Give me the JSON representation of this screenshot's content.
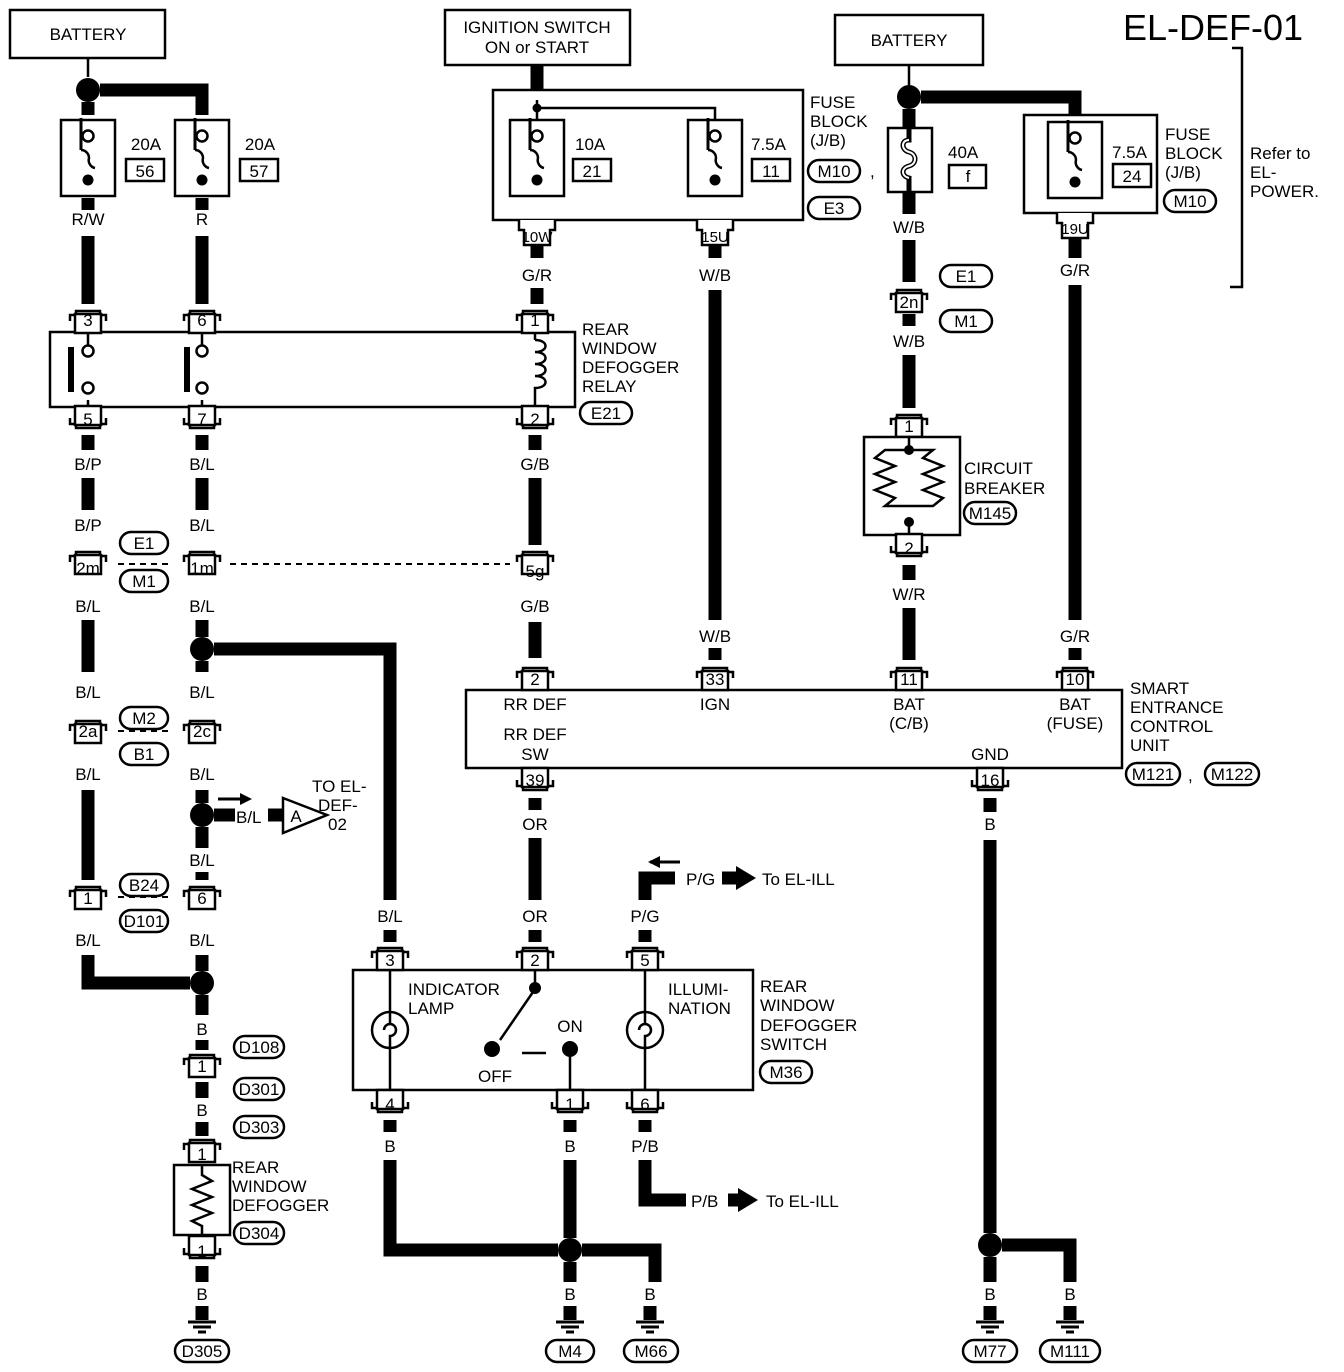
{
  "title": "EL-DEF-01",
  "sources": {
    "battery_left": "BATTERY",
    "ignition_line1": "IGNITION SWITCH",
    "ignition_line2": "ON or START",
    "battery_right": "BATTERY"
  },
  "fuses": {
    "f56_amp": "20A",
    "f56_no": "56",
    "f57_amp": "20A",
    "f57_no": "57",
    "f21_amp": "10A",
    "f21_no": "21",
    "f11_amp": "7.5A",
    "f11_no": "11",
    "f40_amp": "40A",
    "f40_no": "f",
    "f24_amp": "7.5A",
    "f24_no": "24"
  },
  "fuse_block_mid": {
    "l1": "FUSE",
    "l2": "BLOCK",
    "l3": "(J/B)",
    "conn1": "M10",
    "sep": ",",
    "conn2": "E3",
    "pin1": "10W",
    "pin2": "15U"
  },
  "fuse_block_right": {
    "l1": "FUSE",
    "l2": "BLOCK",
    "l3": "(J/B)",
    "conn": "M10",
    "pin": "19U"
  },
  "refer": {
    "l1": "Refer to",
    "l2": "EL-",
    "l3": "POWER."
  },
  "relay": {
    "l1": "REAR",
    "l2": "WINDOW",
    "l3": "DEFOGGER",
    "l4": "RELAY",
    "conn": "E21",
    "p3": "3",
    "p6": "6",
    "p1": "1",
    "p5": "5",
    "p7": "7",
    "p2": "2"
  },
  "breaker": {
    "l1": "CIRCUIT",
    "l2": "BREAKER",
    "conn": "M145",
    "p1": "1",
    "p2": "2"
  },
  "connectors": {
    "e1a": "E1",
    "m1a": "M1",
    "c2n": "2n",
    "e1b": "E1",
    "m1b": "M1",
    "c2m": "2m",
    "c1m": "1m",
    "c5g": "5g",
    "m2": "M2",
    "b1": "B1",
    "c2a": "2a",
    "c2c": "2c",
    "b24": "B24",
    "d101": "D101",
    "c1": "1",
    "c6": "6",
    "d108": "D108",
    "d301": "D301",
    "d303": "D303",
    "c1b": "1",
    "c1c": "1",
    "c1d": "1",
    "d304": "D304"
  },
  "wires": {
    "rw": "R/W",
    "r": "R",
    "gr1": "G/R",
    "wb1": "W/B",
    "wb2": "W/B",
    "gr2": "G/R",
    "wb3": "W/B",
    "bp1": "B/P",
    "bl1": "B/L",
    "gb1": "G/B",
    "bp2": "B/P",
    "bl2": "B/L",
    "bl3": "B/L",
    "bl4": "B/L",
    "gb2": "G/B",
    "wb4": "W/B",
    "wr": "W/R",
    "gr3": "G/R",
    "bl5": "B/L",
    "bl6": "B/L",
    "bl7": "B/L",
    "bl8": "B/L",
    "bl9": "B/L",
    "bl10": "B/L",
    "bl11": "B/L",
    "bl12": "B/L",
    "bl13": "B/L",
    "or1": "OR",
    "or2": "OR",
    "pg1": "P/G",
    "pg2": "P/G",
    "b1": "B",
    "b2": "B",
    "b3": "B",
    "b4": "B",
    "b5": "B",
    "b6": "B",
    "b7": "B",
    "b8": "B",
    "b9": "B",
    "pb1": "P/B",
    "pb2": "P/B"
  },
  "to_def02": {
    "wire": "B/L",
    "letter": "A",
    "l1": "TO EL-",
    "l2": "DEF-",
    "l3": "02"
  },
  "to_ill": {
    "top": "To EL-ILL",
    "bottom": "To EL-ILL"
  },
  "secu": {
    "l1": "SMART",
    "l2": "ENTRANCE",
    "l3": "CONTROL",
    "l4": "UNIT",
    "conn1": "M121",
    "sep": ",",
    "conn2": "M122",
    "p2": "2",
    "p33": "33",
    "p11": "11",
    "p10": "10",
    "p39": "39",
    "p16": "16",
    "rrdef": "RR DEF",
    "ign": "IGN",
    "batcb1": "BAT",
    "batcb2": "(C/B)",
    "batf1": "BAT",
    "batf2": "(FUSE)",
    "rrsw1": "RR DEF",
    "rrsw2": "SW",
    "gnd": "GND"
  },
  "sw": {
    "l1": "REAR",
    "l2": "WINDOW",
    "l3": "DEFOGGER",
    "l4": "SWITCH",
    "conn": "M36",
    "p3": "3",
    "p2": "2",
    "p5": "5",
    "p4": "4",
    "p1": "1",
    "p6": "6",
    "ind1": "INDICATOR",
    "ind2": "LAMP",
    "ill1": "ILLUMI-",
    "ill2": "NATION",
    "on": "ON",
    "off": "OFF"
  },
  "defogger": {
    "l1": "REAR",
    "l2": "WINDOW",
    "l3": "DEFOGGER"
  },
  "grounds": {
    "d305": "D305",
    "m4": "M4",
    "m66": "M66",
    "m77": "M77",
    "m111": "M111"
  }
}
